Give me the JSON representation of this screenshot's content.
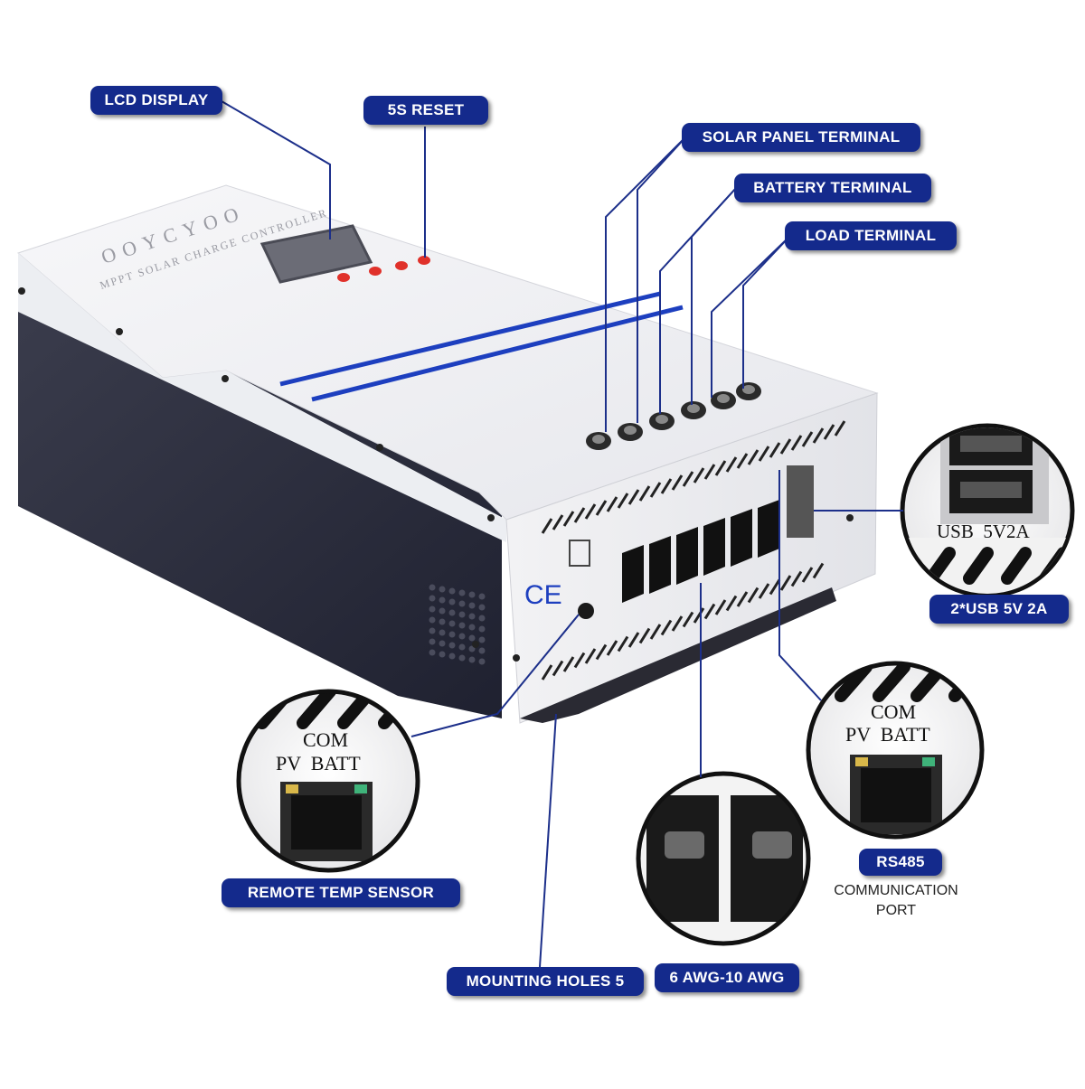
{
  "device": {
    "brand": "OOYCYOO",
    "model_line": "MPPT SOLAR CHARGE CONTROLLER",
    "ce_mark": "CE"
  },
  "callouts": {
    "lcd_display": "LCD DISPLAY",
    "reset": "5S RESET",
    "solar_panel_terminal": "SOLAR PANEL TERMINAL",
    "battery_terminal": "BATTERY TERMINAL",
    "load_terminal": "LOAD TERMINAL",
    "usb": "2*USB 5V 2A",
    "remote_temp_sensor": "REMOTE TEMP SENSOR",
    "mounting_holes": "MOUNTING HOLES 5",
    "awg": "6 AWG-10 AWG",
    "rs485": "RS485",
    "communication_port_line1": "COMMUNICATION",
    "communication_port_line2": "PORT"
  },
  "zoom_usb": {
    "label": "USB  5V2A"
  },
  "zoom_temp": {
    "com": "COM",
    "pv_batt": "PV  BATT"
  },
  "zoom_rs485": {
    "com": "COM",
    "pv_batt": "PV  BATT"
  },
  "colors": {
    "callout_fill": "#142a8c",
    "leader_line": "#1c2f8a",
    "accent_stripe": "#1d3fbf",
    "button_red": "#e0312a",
    "body_dark": "#2b2d3c",
    "panel_white": "#f4f4f6"
  }
}
